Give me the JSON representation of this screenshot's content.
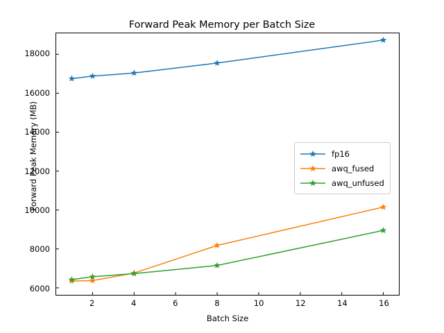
{
  "chart_data": {
    "type": "line",
    "title": "Forward Peak Memory per Batch Size",
    "xlabel": "Batch Size",
    "ylabel": "Forward Peak Memory (MB)",
    "x": [
      1,
      2,
      4,
      8,
      16
    ],
    "xlim": [
      0.25,
      16.75
    ],
    "ylim": [
      5640,
      19080
    ],
    "xticks": [
      2,
      4,
      6,
      8,
      10,
      12,
      14,
      16
    ],
    "xtick_labels": [
      "2",
      "4",
      "6",
      "8",
      "10",
      "12",
      "14",
      "16"
    ],
    "yticks": [
      6000,
      8000,
      10000,
      12000,
      14000,
      16000,
      18000
    ],
    "ytick_labels": [
      "6000",
      "8000",
      "10000",
      "12000",
      "14000",
      "16000",
      "18000"
    ],
    "grid": false,
    "legend_position": "center right",
    "marker": "star",
    "series": [
      {
        "name": "fp16",
        "color": "#1f77b4",
        "values": [
          16750,
          16880,
          17040,
          17550,
          18730
        ]
      },
      {
        "name": "awq_fused",
        "color": "#ff7f0e",
        "values": [
          6350,
          6370,
          6760,
          8180,
          10150
        ]
      },
      {
        "name": "awq_unfused",
        "color": "#2ca02c",
        "values": [
          6420,
          6570,
          6730,
          7150,
          8950
        ]
      }
    ]
  },
  "legend": {
    "entries": [
      {
        "label": "fp16"
      },
      {
        "label": "awq_fused"
      },
      {
        "label": "awq_unfused"
      }
    ]
  }
}
